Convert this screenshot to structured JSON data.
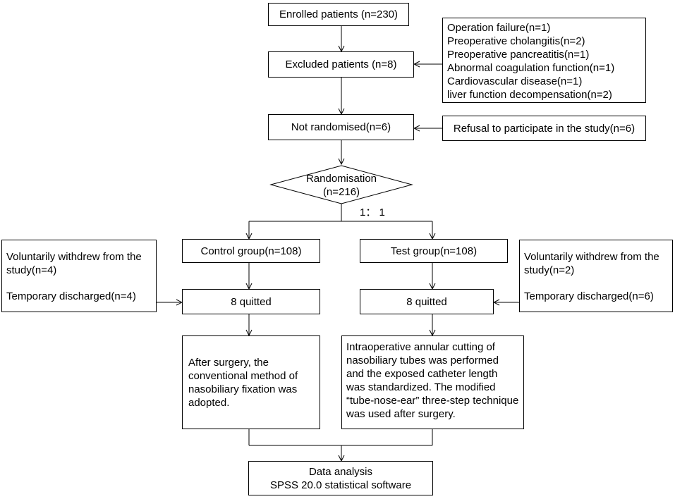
{
  "enrolled": "Enrolled patients (n=230)",
  "excluded": "Excluded patients (n=8)",
  "exclusion_reasons": [
    "Operation failure(n=1)",
    "Preoperative cholangitis(n=2)",
    "Preoperative pancreatitis(n=1)",
    "Abnormal coagulation function(n=1)",
    "Cardiovascular disease(n=1)",
    "liver function decompensation(n=2)"
  ],
  "not_randomised": "Not randomised(n=6)",
  "refusal": "Refusal to participate in the study(n=6)",
  "randomisation": {
    "line1": "Randomisation",
    "line2": "(n=216)"
  },
  "ratio": "1： 1",
  "control": {
    "group": "Control group(n=108)",
    "quitted": "8 quitted",
    "reasons": [
      "Voluntarily withdrew from the study(n=4)",
      "Temporary discharged(n=4)"
    ],
    "method": "After surgery, the conventional method of nasobiliary fixation was adopted."
  },
  "test": {
    "group": "Test group(n=108)",
    "quitted": "8 quitted",
    "reasons": [
      "Voluntarily withdrew from the study(n=2)",
      "Temporary discharged(n=6)"
    ],
    "method": "Intraoperative annular cutting of nasobiliary tubes was performed and the exposed catheter length was standardized. The modified “tube-nose-ear” three-step technique was used after surgery."
  },
  "analysis": {
    "line1": "Data analysis",
    "line2": "SPSS 20.0 statistical software"
  }
}
